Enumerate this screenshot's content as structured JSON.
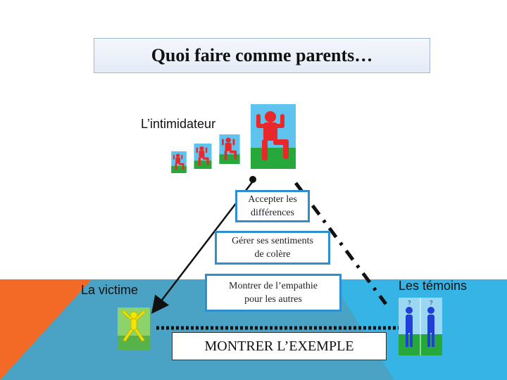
{
  "title": "Quoi faire comme parents…",
  "roles": {
    "bully": "L’intimidateur",
    "victim": "La victime",
    "witnesses": "Les témoins"
  },
  "boxes": {
    "accept_line1": "Accepter les",
    "accept_line2": "différences",
    "anger_line1": "Gérer ses  sentiments",
    "anger_line2": "de colère",
    "empathy_line1": "Montrer de l’empathie",
    "empathy_line2": "pour les autres"
  },
  "bottom": "MONTRER L’EXEMPLE",
  "colors": {
    "orange": "#f26a25",
    "teal": "#4aa3c4",
    "light_blue": "#36b4e6",
    "box_border": "#2b8fd0",
    "figure_red": "#e8282a",
    "figure_yellow": "#f2e600",
    "figure_blue": "#1f3fd8",
    "grass": "#27a83b",
    "sky": "#5ec3ef"
  },
  "icons": [
    "bully-figure-icon",
    "victim-figure-icon",
    "witness-figure-icon"
  ]
}
